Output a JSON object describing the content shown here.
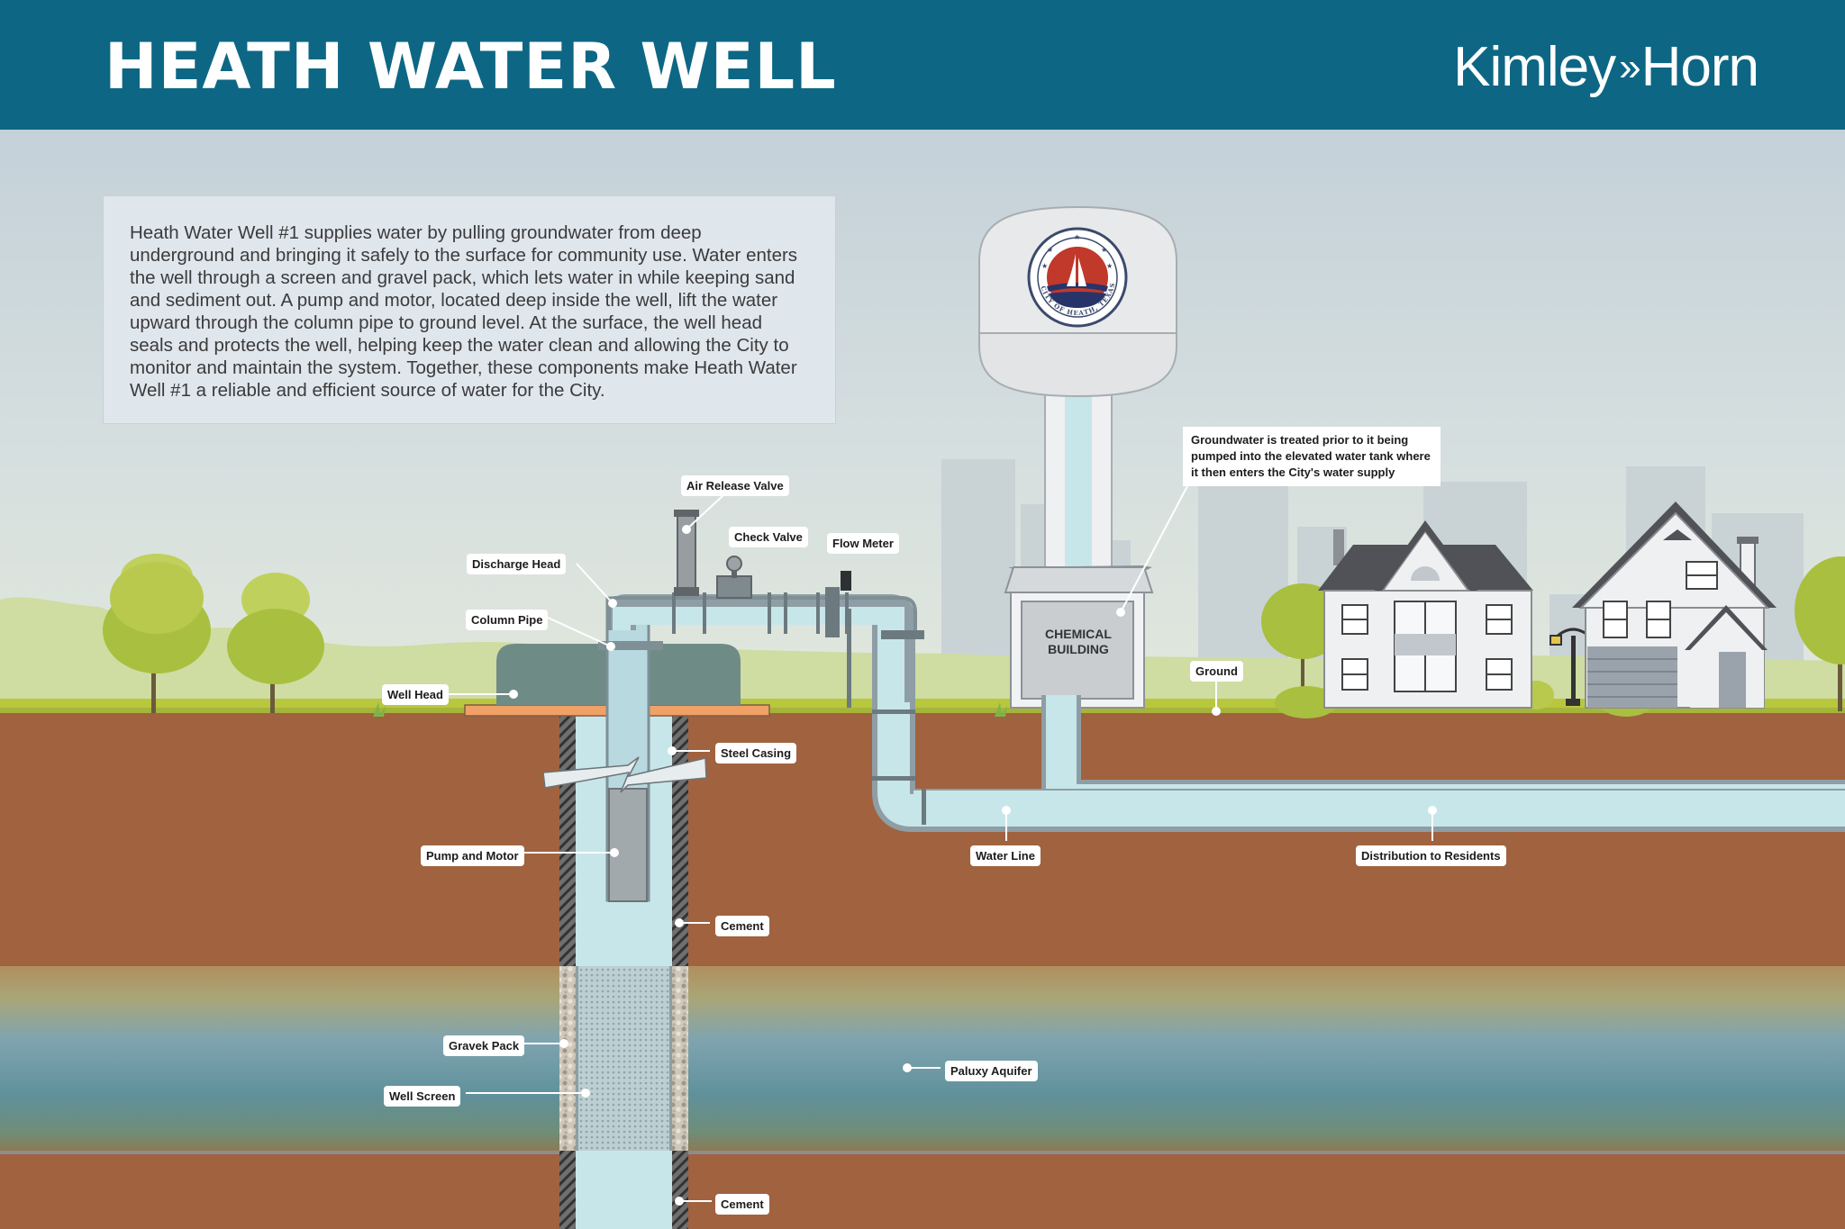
{
  "header": {
    "title": "HEATH WATER WELL",
    "logo_left": "Kimley",
    "logo_right": "Horn"
  },
  "intro": {
    "text": "Heath Water Well #1 supplies water by pulling groundwater from deep underground and bringing it safely to the surface for community use. Water enters the well through a screen and gravel pack, which lets water in while keeping sand and sediment out. A pump and motor, located deep inside the well, lift the water upward through the column pipe to ground level. At the surface, the well head seals and protects the well, helping keep the water clean and allowing the City to monitor and maintain the system. Together, these components make Heath Water Well #1 a reliable and efficient source of water for the City."
  },
  "labels": {
    "air_release_valve": "Air Release Valve",
    "check_valve": "Check Valve",
    "flow_meter": "Flow Meter",
    "discharge_head": "Discharge Head",
    "column_pipe": "Column Pipe",
    "well_head": "Well Head",
    "steel_casing": "Steel Casing",
    "pump_and_motor": "Pump and Motor",
    "cement_upper": "Cement",
    "gravel_pack": "Gravek Pack",
    "well_screen": "Well Screen",
    "cement_lower": "Cement",
    "paluxy_aquifer": "Paluxy Aquifer",
    "water_line": "Water Line",
    "distribution": "Distribution to Residents",
    "ground": "Ground"
  },
  "callout": {
    "text": "Groundwater is treated prior to it being pumped into the elevated water tank where it then enters the City's water supply"
  },
  "chemical_building": {
    "line1": "CHEMICAL",
    "line2": "BUILDING"
  },
  "seal": {
    "text": "CITY OF HEATH, TEXAS"
  },
  "colors": {
    "header": "#0d6784",
    "soil": "#a0623f",
    "aquifer": "#6c9aa4",
    "grass": "#b7c83e",
    "water": "#c7e6ea",
    "pipe": "#97a7ad"
  }
}
